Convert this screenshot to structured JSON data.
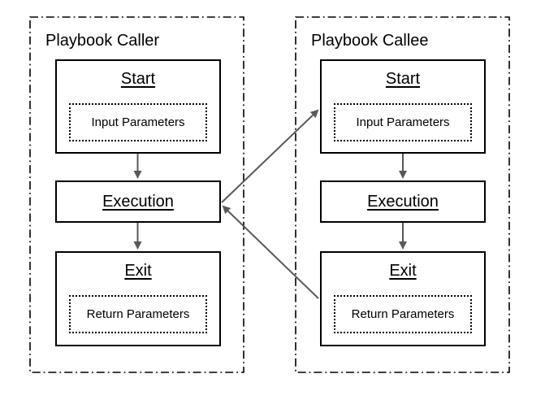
{
  "diagram": {
    "type": "flowchart",
    "caller": {
      "title": "Playbook Caller",
      "start": {
        "title": "Start",
        "param": "Input Parameters"
      },
      "execution": {
        "title": "Execution"
      },
      "exit": {
        "title": "Exit",
        "param": "Return Parameters"
      }
    },
    "callee": {
      "title": "Playbook Callee",
      "start": {
        "title": "Start",
        "param": "Input Parameters"
      },
      "execution": {
        "title": "Execution"
      },
      "exit": {
        "title": "Exit",
        "param": "Return Parameters"
      }
    },
    "connections": [
      {
        "from": "caller-start",
        "to": "caller-execution"
      },
      {
        "from": "caller-execution",
        "to": "caller-exit"
      },
      {
        "from": "callee-start",
        "to": "callee-execution"
      },
      {
        "from": "callee-execution",
        "to": "callee-exit"
      },
      {
        "from": "caller-execution",
        "to": "callee-start"
      },
      {
        "from": "callee-exit",
        "to": "caller-execution"
      }
    ]
  },
  "colors": {
    "box_border": "#000000",
    "container_border": "#000000",
    "arrow": "#595959",
    "background": "#ffffff",
    "text": "#000000"
  }
}
